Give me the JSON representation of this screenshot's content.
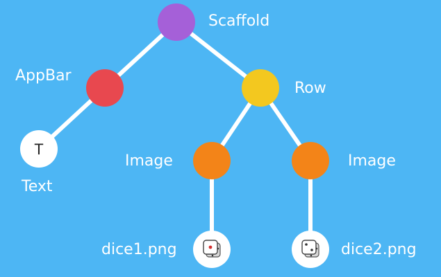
{
  "nodes": {
    "scaffold": {
      "label": "Scaffold",
      "color": "#a560d8"
    },
    "appbar": {
      "label": "AppBar",
      "color": "#e8484f"
    },
    "row": {
      "label": "Row",
      "color": "#f3c81f"
    },
    "text": {
      "label": "Text",
      "glyph": "T",
      "color": "#ffffff"
    },
    "image_left": {
      "label": "Image",
      "color": "#f38418"
    },
    "image_right": {
      "label": "Image",
      "color": "#f38418"
    },
    "dice1": {
      "label": "dice1.png",
      "icon": "dice-icon",
      "color": "#ffffff"
    },
    "dice2": {
      "label": "dice2.png",
      "icon": "dice-icon",
      "color": "#ffffff"
    }
  },
  "colors": {
    "background": "#4db6f4",
    "edge": "#ffffff"
  }
}
